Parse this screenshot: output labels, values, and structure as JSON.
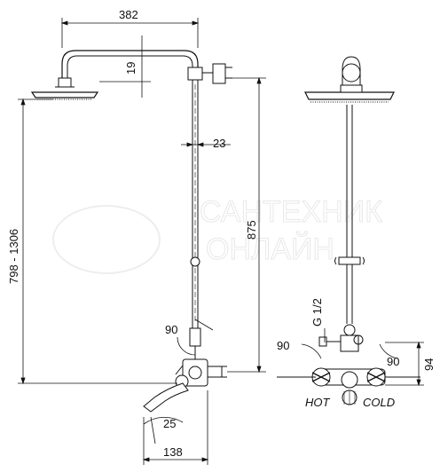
{
  "dimensions": {
    "width_top": "382",
    "head_offset": "19",
    "pipe_dia": "23",
    "height_range": "798 - 1306",
    "riser_height": "875",
    "angle_left": "90",
    "spout_angle": "25",
    "spout_length": "138",
    "angle_right_left": "90",
    "angle_right_right": "90",
    "thread": "G 1/2",
    "mixer_height": "94"
  },
  "labels": {
    "hot": "HOT",
    "cold": "COLD"
  },
  "watermark": {
    "line1": "САНТЕХНИК",
    "line2": "ОНЛАЙН"
  }
}
